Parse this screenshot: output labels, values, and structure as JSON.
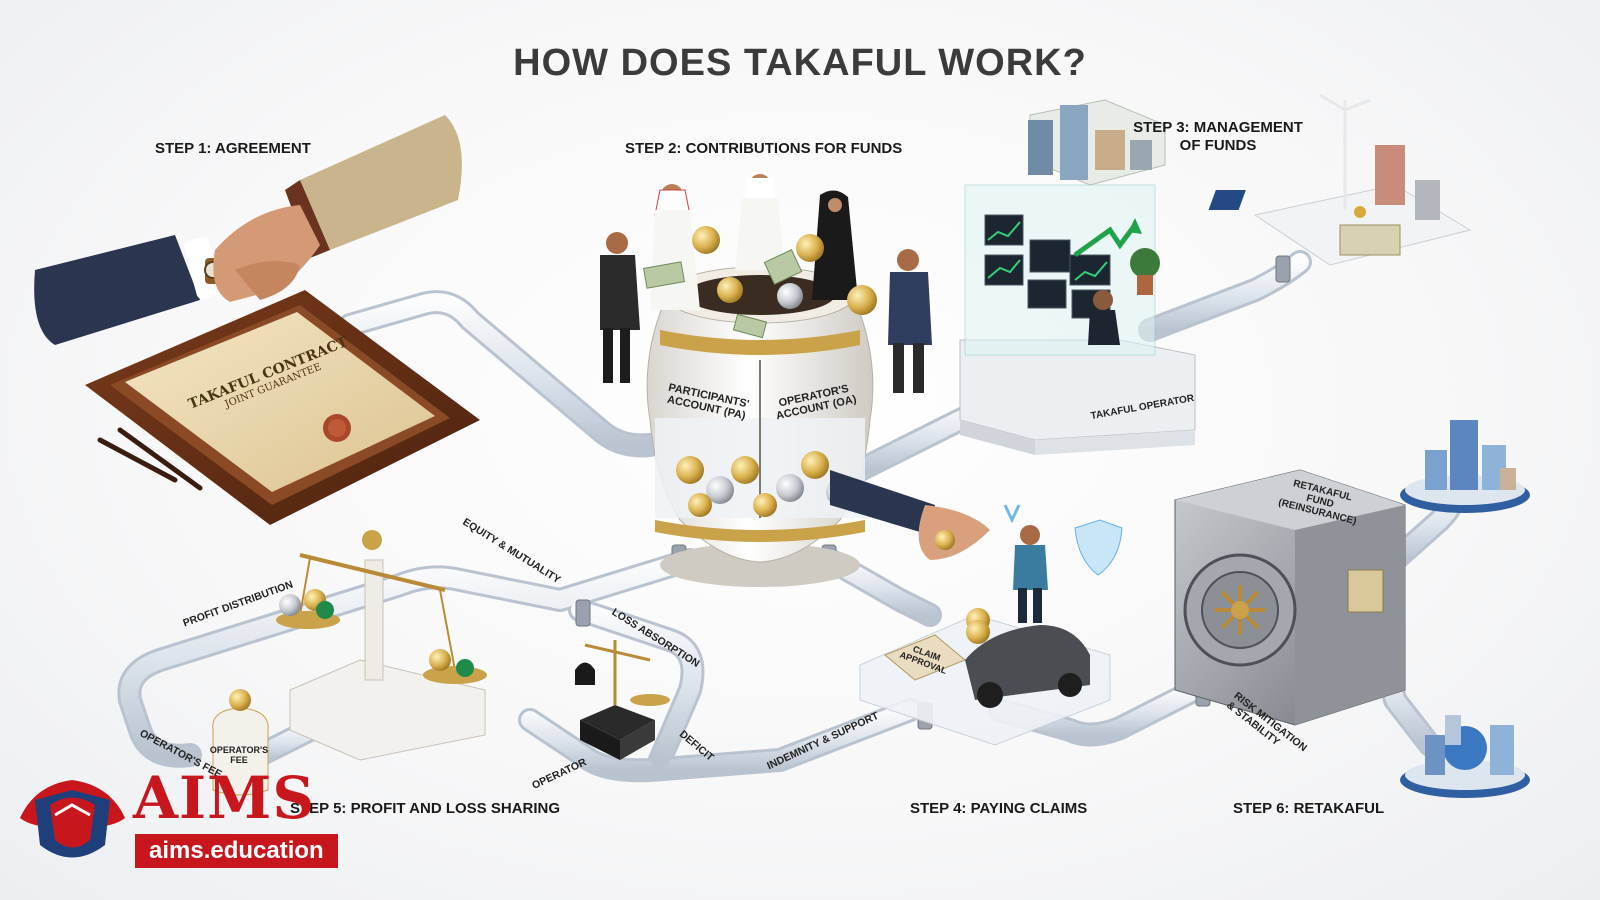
{
  "title": "HOW DOES TAKAFUL WORK?",
  "steps": {
    "s1": "STEP 1: AGREEMENT",
    "s2": "STEP 2: CONTRIBUTIONS FOR FUNDS",
    "s3": "STEP 3: MANAGEMENT OF FUNDS",
    "s4": "STEP 4: PAYING CLAIMS",
    "s5": "STEP 5: PROFIT AND LOSS SHARING",
    "s6": "STEP 6: RETAKAFUL"
  },
  "contract": {
    "line1": "TAKAFUL CONTRACT",
    "line2": "JOINT GUARANTEE"
  },
  "pot": {
    "left_account": "PARTICIPANTS' ACCOUNT (PA)",
    "right_account": "OPERATOR'S ACCOUNT (OA)"
  },
  "operator_label": "TAKAFUL OPERATOR",
  "retakaful_label": "RETAKAFUL FUND (REINSURANCE)",
  "claim_label": "CLAIM APPROVAL",
  "fee_jar": "OPERATOR'S FEE",
  "pipe_labels": {
    "profit_distribution": "PROFIT DISTRIBUTION",
    "equity_mutuality": "EQUITY & MUTUALITY",
    "loss_absorption": "LOSS ABSORPTION",
    "deficit": "DEFICIT",
    "operator": "OPERATOR",
    "operators_fee": "OPERATOR'S FEE",
    "indemnity_support": "INDEMNITY & SUPPORT",
    "risk_mitigation": "RISK MITIGATION & STABILITY"
  },
  "logo": {
    "name": "AIMS",
    "url": "aims.education"
  },
  "colors": {
    "brand_red": "#c8161d",
    "gold": "#c9a24a",
    "pipe": "#dfe6ee",
    "suit_navy": "#2a3550"
  }
}
